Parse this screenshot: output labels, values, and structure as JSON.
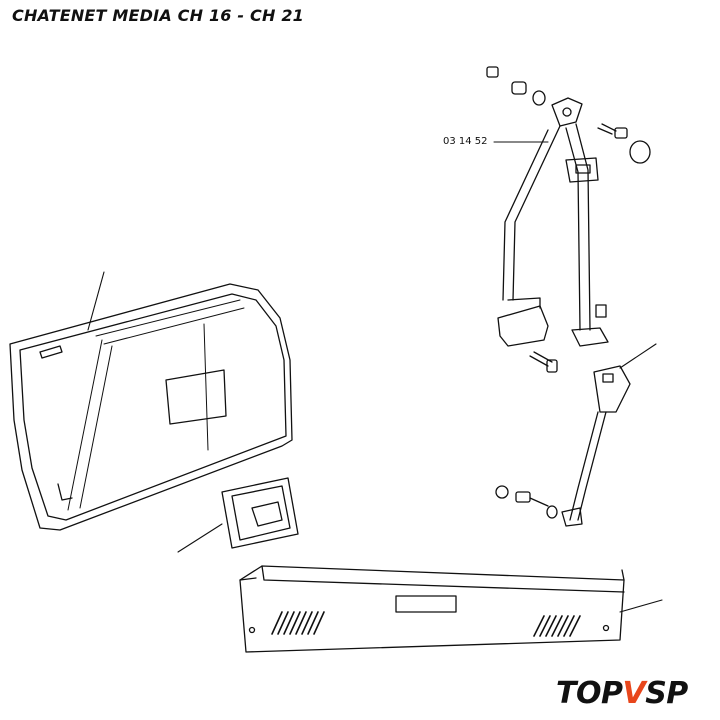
{
  "header": {
    "title": "CHATENET MEDIA CH 16 - CH 21"
  },
  "callouts": [
    {
      "label": "03 14 52"
    }
  ],
  "logo": {
    "part1": "TOP",
    "accent": "V",
    "part2": "SP"
  }
}
